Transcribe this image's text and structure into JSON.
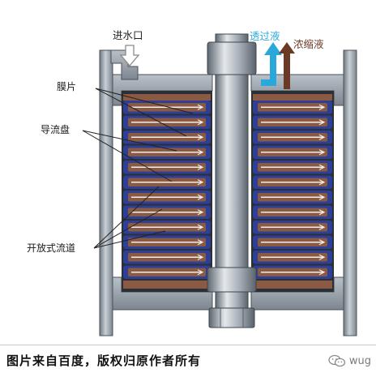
{
  "labels": {
    "inlet": "进水口",
    "permeate": "透过液",
    "concentrate": "浓缩液",
    "membrane": "膜片",
    "guide_disc": "导流盘",
    "open_channel": "开放式流道"
  },
  "caption": "图片来自百度，版权归原作者所有",
  "watermark": "wug",
  "watermark_icon": "wechat-icon",
  "colors": {
    "permeate": "#2aa8dc",
    "concentrate": "#6b3a26",
    "membrane_blue": "#2e3f96",
    "disc_brown": "#8a5a44",
    "steel": "#9aa4ae"
  }
}
